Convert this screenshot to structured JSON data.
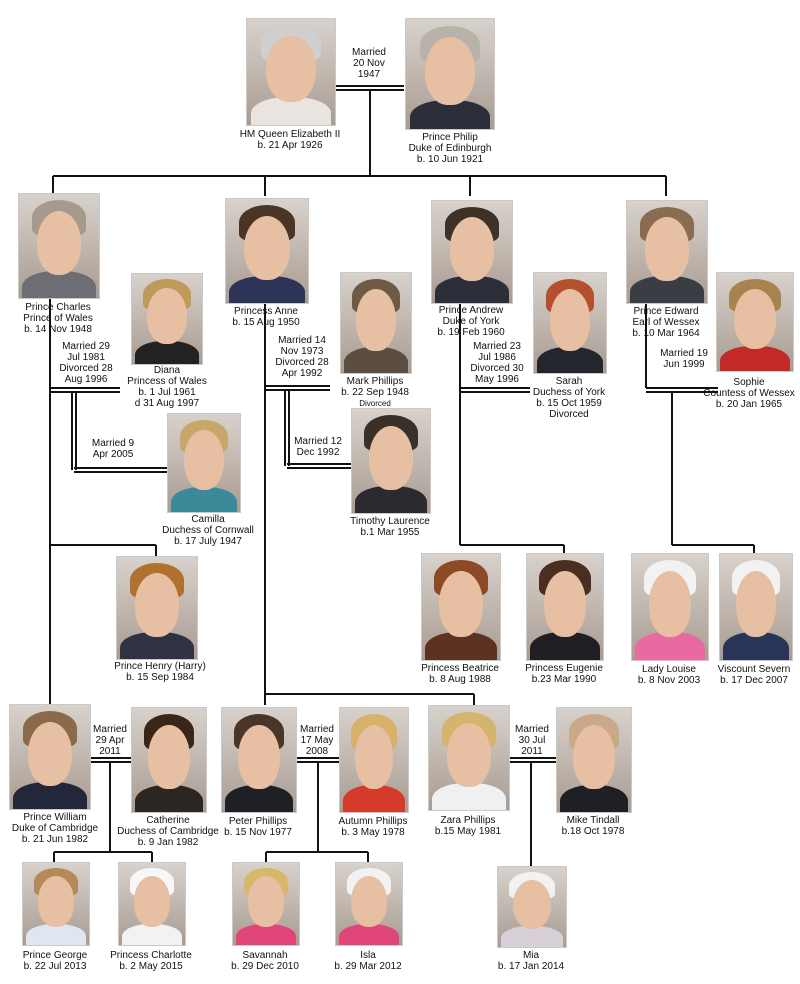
{
  "colors": {
    "line": "#111111",
    "background": "#ffffff"
  },
  "people": {
    "elizabeth": [
      "HM Queen Elizabeth II",
      "b. 21 Apr 1926"
    ],
    "philip": [
      "Prince Philip",
      "Duke of Edinburgh",
      "b. 10 Jun 1921"
    ],
    "charles": [
      "Prince Charles",
      "Prince of Wales",
      "b. 14 Nov 1948"
    ],
    "diana": [
      "Diana",
      "Princess of Wales",
      "b. 1 Jul 1961",
      "d 31 Aug 1997"
    ],
    "camilla": [
      "Camilla",
      "Duchess of Cornwall",
      "b. 17 July 1947"
    ],
    "anne": [
      "Princess Anne",
      "b. 15 Aug 1950"
    ],
    "mark": [
      "Mark Phillips",
      "b. 22 Sep 1948"
    ],
    "mark_note": "Divorced",
    "timothy": [
      "Timothy Laurence",
      "b.1 Mar 1955"
    ],
    "andrew": [
      "Prince Andrew",
      "Duke of York",
      "b. 19 Feb 1960"
    ],
    "sarah": [
      "Sarah",
      "Duchess of York",
      "b. 15 Oct 1959",
      "Divorced"
    ],
    "edward": [
      "Prince Edward",
      "Earl of Wessex",
      "b. 10 Mar 1964"
    ],
    "sophie": [
      "Sophie",
      "Countess of Wessex",
      "b. 20 Jan 1965"
    ],
    "harry": [
      "Prince Henry (Harry)",
      "b. 15 Sep 1984"
    ],
    "beatrice": [
      "Princess Beatrice",
      "b. 8 Aug 1988"
    ],
    "eugenie": [
      "Princess Eugenie",
      "b.23 Mar 1990"
    ],
    "louise": [
      "Lady Louise",
      "b. 8 Nov 2003"
    ],
    "severn": [
      "Viscount Severn",
      "b. 17 Dec 2007"
    ],
    "william": [
      "Prince William",
      "Duke of Cambridge",
      "b. 21 Jun 1982"
    ],
    "catherine": [
      "Catherine",
      "Duchess of Cambridge",
      "b. 9 Jan 1982"
    ],
    "peter": [
      "Peter Phillips",
      "b. 15 Nov 1977"
    ],
    "autumn": [
      "Autumn Phillips",
      "b. 3 May 1978"
    ],
    "zara": [
      "Zara Phillips",
      "b.15 May 1981"
    ],
    "mike": [
      "Mike Tindall",
      "b.18 Oct 1978"
    ],
    "george": [
      "Prince George",
      "b. 22 Jul 2013"
    ],
    "charlotte": [
      "Princess Charlotte",
      "b. 2 May 2015"
    ],
    "savannah": [
      "Savannah",
      "b. 29 Dec 2010"
    ],
    "isla": [
      "Isla",
      "b. 29 Mar 2012"
    ],
    "mia": [
      "Mia",
      "b. 17 Jan 2014"
    ]
  },
  "marriages": {
    "eliz_philip": [
      "Married",
      "20 Nov",
      "1947"
    ],
    "charles_diana": [
      "Married 29",
      "Jul 1981",
      "Divorced 28",
      "Aug 1996"
    ],
    "charles_camilla": [
      "Married 9",
      "Apr 2005"
    ],
    "anne_mark": [
      "Married 14",
      "Nov 1973",
      "Divorced 28",
      "Apr 1992"
    ],
    "anne_timothy": [
      "Married 12",
      "Dec 1992"
    ],
    "andrew_sarah": [
      "Married 23",
      "Jul 1986",
      "Divorced 30",
      "May 1996"
    ],
    "edward_sophie": [
      "Married 19",
      "Jun 1999"
    ],
    "william_catherine": [
      "Married",
      "29 Apr",
      "2011"
    ],
    "peter_autumn": [
      "Married",
      "17 May",
      "2008"
    ],
    "zara_mike": [
      "Married",
      "30 Jul",
      "2011"
    ]
  }
}
